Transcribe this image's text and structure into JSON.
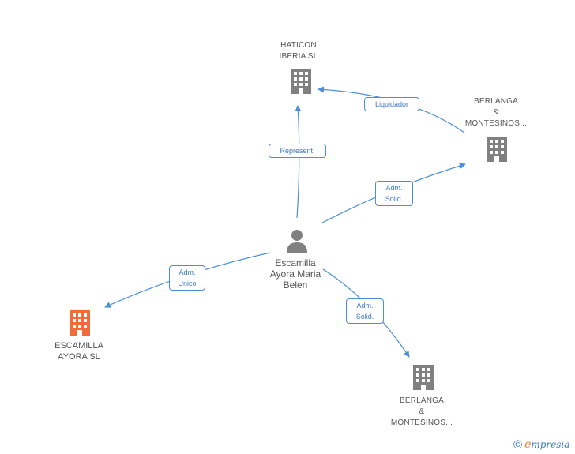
{
  "nodes": {
    "haticon": {
      "lines": [
        "HATICON",
        "IBERIA SL"
      ]
    },
    "berlanga_top": {
      "lines": [
        "BERLANGA",
        "&",
        "MONTESINOS..."
      ]
    },
    "person": {
      "lines": [
        "Escamilla",
        "Ayora Maria",
        "Belen"
      ]
    },
    "escamilla_sl": {
      "lines": [
        "ESCAMILLA",
        "AYORA SL"
      ]
    },
    "berlanga_bottom": {
      "lines": [
        "BERLANGA",
        "&",
        "MONTESINOS..."
      ]
    }
  },
  "edges": {
    "represent": {
      "lines": [
        "Represent."
      ]
    },
    "liquidador": {
      "lines": [
        "Liquidador"
      ]
    },
    "adm_solid_top": {
      "lines": [
        "Adm.",
        "Solid."
      ]
    },
    "adm_unico": {
      "lines": [
        "Adm.",
        "Unico"
      ]
    },
    "adm_solid_bottom": {
      "lines": [
        "Adm.",
        "Solid."
      ]
    }
  },
  "colors": {
    "edge": "#4a90d9",
    "company_icon": "#808080",
    "highlight_icon": "#f26b3a",
    "person_icon": "#808080"
  },
  "brand": {
    "copyright": "©",
    "e": "e",
    "rest": "mpresia"
  }
}
